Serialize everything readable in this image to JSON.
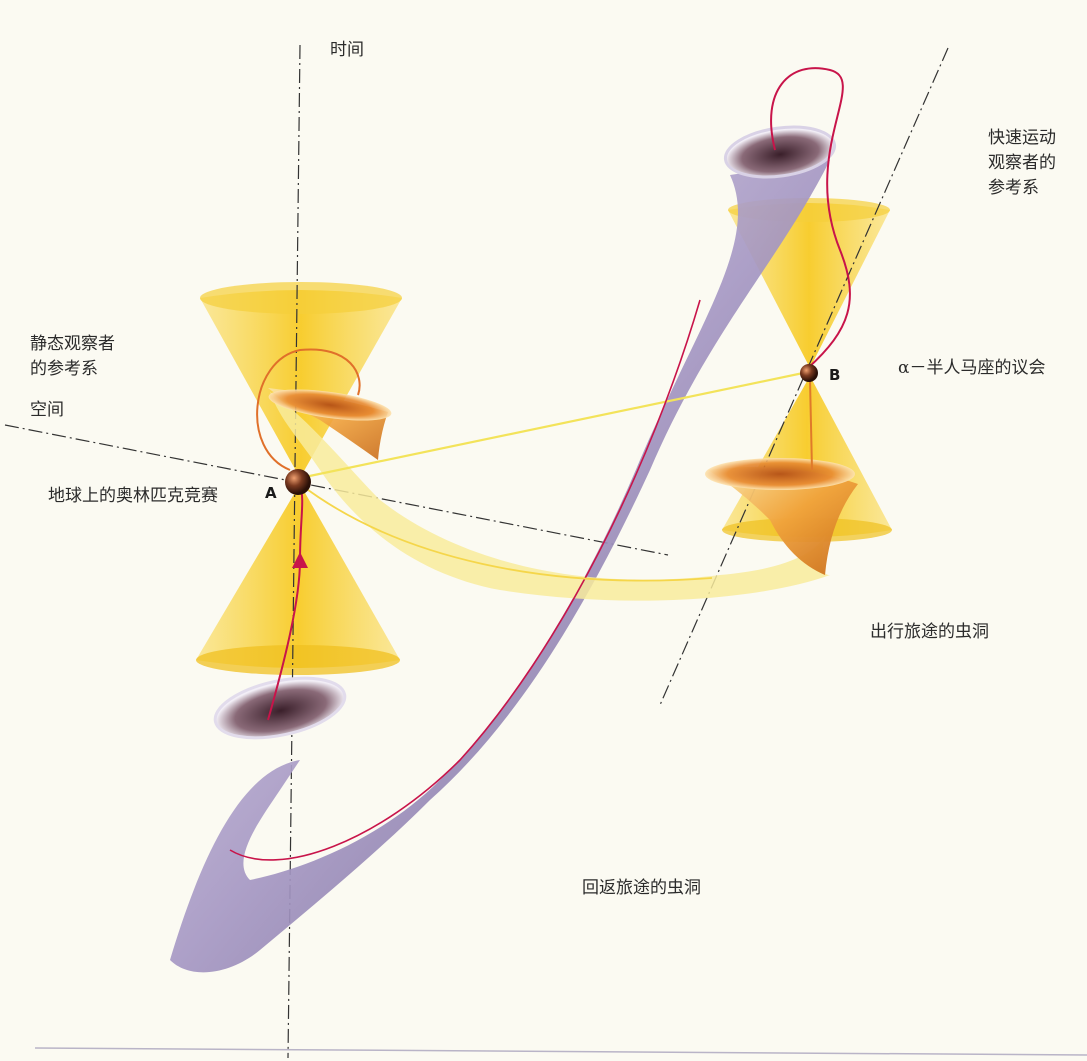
{
  "labels": {
    "time_axis": "时间",
    "space_axis": "空间",
    "fast_observer_frame": "快速运动\n观察者的\n参考系",
    "static_observer_frame": "静态观察者\n的参考系",
    "event_a_desc": "地球上的奥林匹克竞赛",
    "event_b_desc": "α－半人马座的议会",
    "outbound_wormhole": "出行旅途的虫洞",
    "return_wormhole": "回返旅途的虫洞"
  },
  "points": {
    "a": "A",
    "b": "B"
  },
  "colors": {
    "cone": "#f7c81a",
    "wormhole": "#9c8fb8",
    "orange_tube": "#e8882a",
    "worldline": "#c8144a",
    "axis": "#333333",
    "signal": "#f3e35a"
  }
}
